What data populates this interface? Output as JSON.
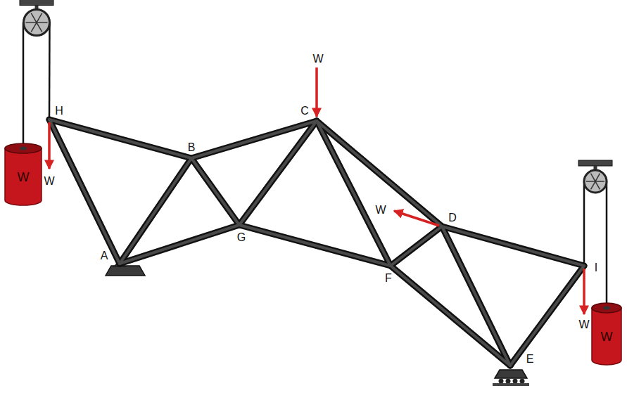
{
  "diagram": {
    "nodes": [
      {
        "text": [
          "W"
        ]
      },
      {
        "text": [
          "W"
        ]
      }
    ],
    "labels": [
      "H",
      "W",
      "W",
      "C",
      "B",
      "G",
      "A",
      "W",
      "D",
      "F",
      "I",
      "W",
      "E"
    ]
  }
}
